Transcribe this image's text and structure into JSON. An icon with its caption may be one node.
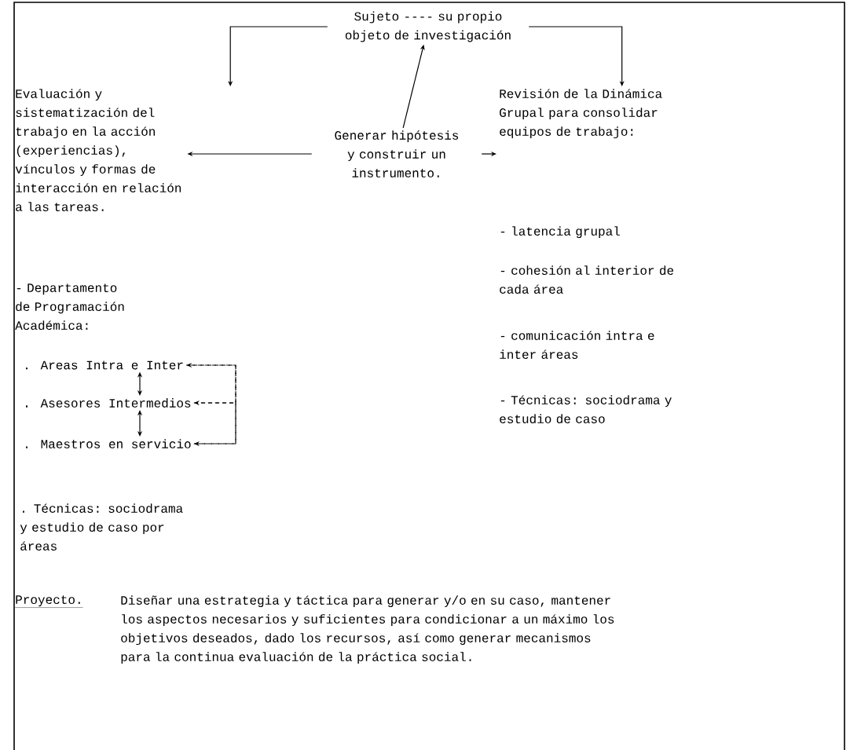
{
  "diagram": {
    "nodes": [
      {
        "text": [
          "Sujeto ---- su propio objeto de investigación"
        ]
      },
      {
        "text": [
          "Evaluación y sistematización del trabajo en la acción (experiencias), vínculos y formas de interacción en relación a las tareas."
        ]
      },
      {
        "text": [
          "Generar hipótesis y construir un instrumento."
        ]
      },
      {
        "text": [
          "Revisión de la Dinámica Grupal para consolidar equipos de trabajo:"
        ]
      },
      {
        "text": [
          ". Areas Intra e Inter"
        ]
      },
      {
        "text": [
          ". Asesores Intermedios"
        ]
      },
      {
        "text": [
          ". Maestros en servicio"
        ]
      }
    ],
    "edges": [
      {
        "from": 0,
        "to": 1,
        "arrow": "to"
      },
      {
        "from": 0,
        "to": 3,
        "arrow": "to"
      },
      {
        "from": 2,
        "to": 0,
        "arrow": "to"
      },
      {
        "from": 2,
        "to": 1,
        "arrow": "to"
      },
      {
        "from": 2,
        "to": 3,
        "arrow": "to"
      },
      {
        "from": 4,
        "to": 5,
        "arrow": "both"
      },
      {
        "from": 5,
        "to": 6,
        "arrow": "both"
      },
      {
        "from": 5,
        "to": 4,
        "arrow": "to",
        "style": "dashed"
      },
      {
        "from": 4,
        "to": 6,
        "arrow": "to",
        "style": "dashed"
      },
      {
        "from": 6,
        "to": 5,
        "arrow": "to",
        "style": "dashed"
      }
    ],
    "labels": [
      "- latencia grupal",
      "- cohesión al interior de cada área",
      "- Departamento de Programación Académica:",
      "- comunicación intra e inter áreas",
      "- Técnicas: sociodrama y estudio de caso",
      ". Técnicas: sociodrama y estudio de caso por áreas",
      "Proyecto.",
      "Diseñar una estrategia y táctica para generar y/o en su caso, mantener los aspectos necesarios y suficientes para condicionar a un máximo los objetivos deseados, dado los recursos, así como generar mecanismos para la continua evaluación de la práctica social."
    ]
  }
}
